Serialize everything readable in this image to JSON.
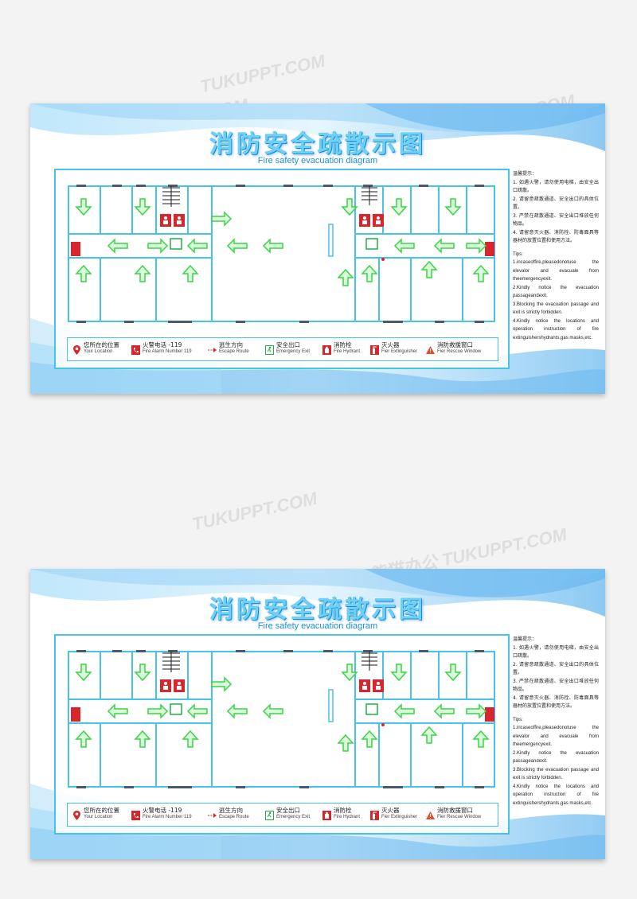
{
  "watermark": "熊猫办公 TUKUPPT.COM",
  "watermark_short": "TUKUPPT.COM",
  "colors": {
    "accent": "#46c3e6",
    "title_blue": "#1a8fd8",
    "arrow_green": "#3cd24a",
    "exit_green": "#1fb040",
    "fire_red": "#d8262c"
  },
  "board": {
    "title": "消防安全疏散示图",
    "subtitle": "Fire safety evacuation diagram",
    "legend": [
      {
        "icon": "location-pin-icon",
        "cn": "您所在的位置",
        "en": "Your Location"
      },
      {
        "icon": "phone-icon",
        "cn": "火警电话 -119",
        "en": "Fire Alarm Number 119"
      },
      {
        "icon": "escape-route-icon",
        "cn": "逃生方向",
        "en": "Escape Route"
      },
      {
        "icon": "emergency-exit-icon",
        "cn": "安全出口",
        "en": "Emergency Exit"
      },
      {
        "icon": "fire-hydrant-icon",
        "cn": "消防栓",
        "en": "Fire Hydrant"
      },
      {
        "icon": "fire-extinguisher-icon",
        "cn": "灭火器",
        "en": "Fier Extinguisher"
      },
      {
        "icon": "warning-triangle-icon",
        "cn": "消防救援窗口",
        "en": "Fier Rescue Window"
      }
    ],
    "tips_cn_title": "温馨提示：",
    "tips_cn": [
      "1. 如遇火警，请勿使用电梯，由安全出口疏散。",
      "2. 请留意疏散通道、安全出口的具体位置。",
      "3. 严禁在疏散通道、安全出口堆放任何物品。",
      "4. 请留意灭火器、消防栓、防毒面具等器材的放置位置和使用方法。"
    ],
    "tips_en_title": "Tips:",
    "tips_en": [
      "1.incaseoffire,pleasedonotuse the elevalor and evacuale from theemergencyexit.",
      "2.Kindly notice the evacuation passageandexit.",
      "3.Blocking the evacuation passage and exit is strictly forbidden.",
      "4.Kindly notice the locations and operation instruction of fire extinguishershydrants,gas masks,etc."
    ]
  }
}
